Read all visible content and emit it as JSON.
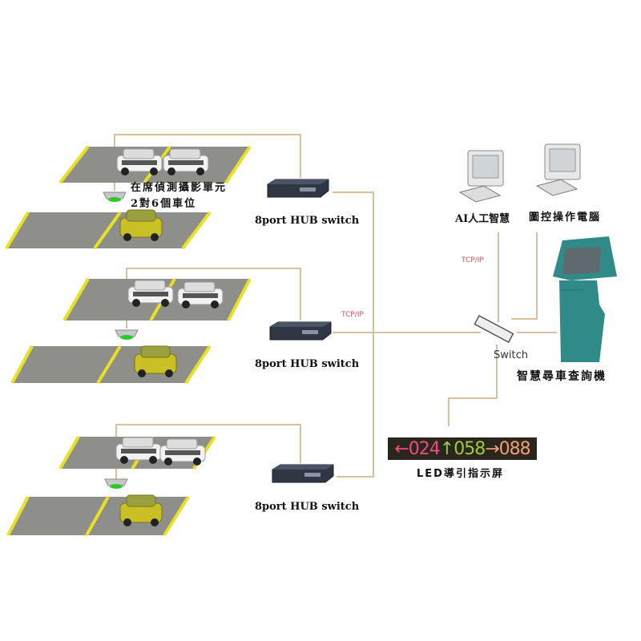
{
  "zones": [
    {
      "camera_label": "在席偵測攝影單元",
      "spaces_label": "2對6個車位",
      "hub_label": "8port HUB switch"
    },
    {
      "hub_label": "8port HUB switch"
    },
    {
      "hub_label": "8port HUB switch"
    }
  ],
  "network": {
    "tcp_label_1": "TCP/IP",
    "tcp_label_2": "TCP/IP",
    "switch_label": "Switch"
  },
  "computers": {
    "ai_label": "AI人工智慧",
    "control_label": "圖控操作電腦"
  },
  "kiosk": {
    "label": "智慧尋車查詢機"
  },
  "led": {
    "label": "LED導引指示屏",
    "segments": [
      {
        "arrow": "←",
        "value": "024",
        "color": "#e8507a"
      },
      {
        "arrow": "↑",
        "value": "058",
        "color": "#9ccc3a"
      },
      {
        "arrow": "→",
        "value": "088",
        "color": "#f0a070"
      }
    ]
  },
  "colors": {
    "cable": "#dcbf9c",
    "kiosk": "#2f8a88",
    "lane_stripe": "#e8e020"
  }
}
